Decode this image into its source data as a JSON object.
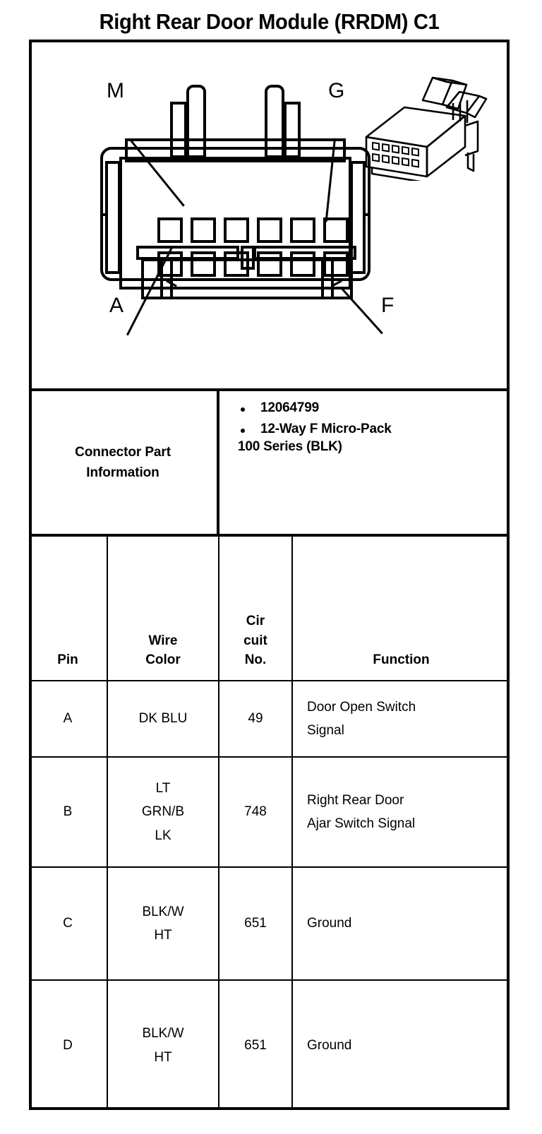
{
  "document": {
    "title": "Right Rear Door Module (RRDM) C1"
  },
  "diagram": {
    "connector_view_name": "connector-face-view",
    "inset_view_name": "connector-isometric-view",
    "cavity_rows": 2,
    "cavity_columns": 6,
    "cavity_count": 12,
    "callouts": [
      {
        "label": "M",
        "position": "top-left"
      },
      {
        "label": "G",
        "position": "top-right"
      },
      {
        "label": "A",
        "position": "bottom-left"
      },
      {
        "label": "F",
        "position": "bottom-right"
      }
    ]
  },
  "part_info": {
    "label_line1": "Connector Part",
    "label_line2": "Information",
    "bullets": [
      {
        "text": "12064799",
        "wrap": ""
      },
      {
        "text": "12-Way F Micro-Pack",
        "wrap": "100 Series (BLK)"
      }
    ]
  },
  "pin_table": {
    "headers": {
      "pin": "Pin",
      "wire_color_line1": "Wire",
      "wire_color_line2": "Color",
      "circuit_line1": "Cir",
      "circuit_line2": "cuit",
      "circuit_line3": "No.",
      "function": "Function"
    },
    "rows": [
      {
        "pin": "A",
        "wire_color_lines": [
          "DK BLU"
        ],
        "circuit_no": "49",
        "function_lines": [
          "Door Open Switch",
          "Signal"
        ]
      },
      {
        "pin": "B",
        "wire_color_lines": [
          "LT",
          "GRN/B",
          "LK"
        ],
        "circuit_no": "748",
        "function_lines": [
          "Right Rear Door",
          "Ajar Switch Signal"
        ]
      },
      {
        "pin": "C",
        "wire_color_lines": [
          "BLK/W",
          "HT"
        ],
        "circuit_no": "651",
        "function_lines": [
          "Ground"
        ]
      },
      {
        "pin": "D",
        "wire_color_lines": [
          "BLK/W",
          "HT"
        ],
        "circuit_no": "651",
        "function_lines": [
          "Ground"
        ]
      }
    ]
  },
  "colors": {
    "ink": "#000000",
    "paper": "#ffffff"
  }
}
